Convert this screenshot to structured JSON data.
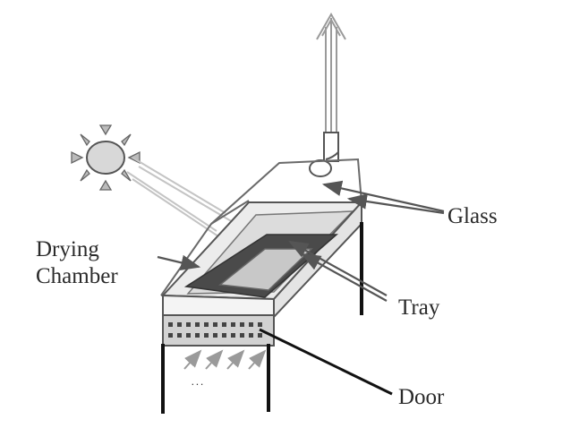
{
  "labels": {
    "drying_chamber_line1": "Drying",
    "drying_chamber_line2": "Chamber",
    "glass": "Glass",
    "tray": "Tray",
    "door": "Door"
  },
  "colors": {
    "outline": "#5a5a5a",
    "glass_fill": "#dcdcdc",
    "tray_dark": "#4a4a4a",
    "tray_light": "#c8c8c8",
    "legs": "#111111",
    "sun_fill": "#d8d8d8"
  },
  "icons": {
    "sun": "sun-icon",
    "exhaust_arrow": "up-arrow-icon"
  }
}
